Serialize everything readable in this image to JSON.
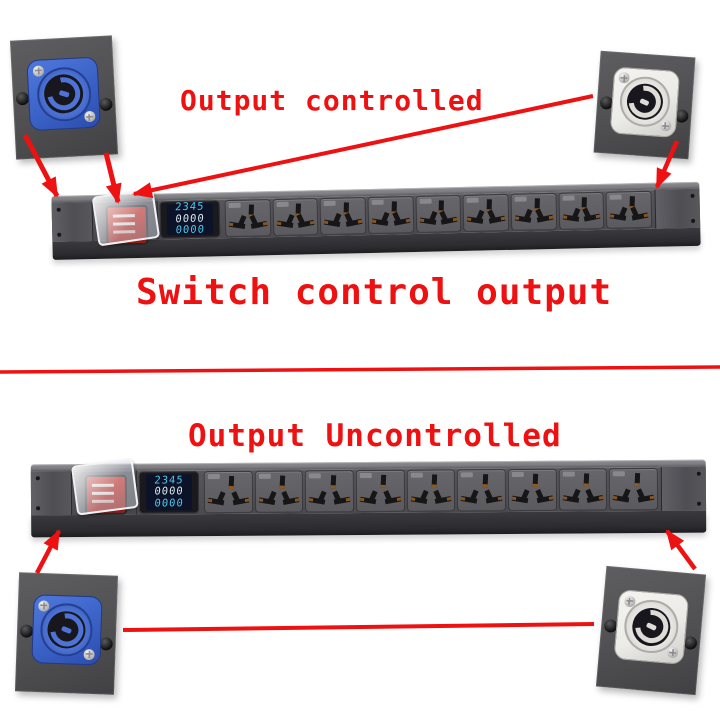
{
  "top": {
    "label": "Output controlled",
    "caption": "Switch control output",
    "connector_left": "powercon-blue",
    "connector_right": "powercon-white"
  },
  "bottom": {
    "label": "Output Uncontrolled",
    "connector_left": "powercon-blue",
    "connector_right": "powercon-white"
  },
  "strips": {
    "outlet_count": 9,
    "meter_rows": [
      "2345",
      "0000",
      "0000"
    ],
    "switch_color_name": "red",
    "has_clear_switch_cover": true
  },
  "colors": {
    "page_bg": "#ffffff",
    "annotation": "#ee1111",
    "strip_face": "#56565b",
    "strip_face_dark": "#4a4a4f",
    "strip_front": "#2c2c30",
    "strip_bevel": "#7d7d82",
    "outlet_face": "#66666b",
    "slot": "#161616",
    "slot_glint": "#b06a20",
    "switch_red": "#d63428",
    "meter_bezel": "#1a1a1e",
    "meter_screen": "#0c1228",
    "meter_cyan": "#4fc8ee",
    "meter_white": "#d9ecf4",
    "plate_gray": "#505052",
    "powercon_blue": "#3a62c6",
    "powercon_white": "#ebebe7",
    "core_dark": "#17171d"
  }
}
